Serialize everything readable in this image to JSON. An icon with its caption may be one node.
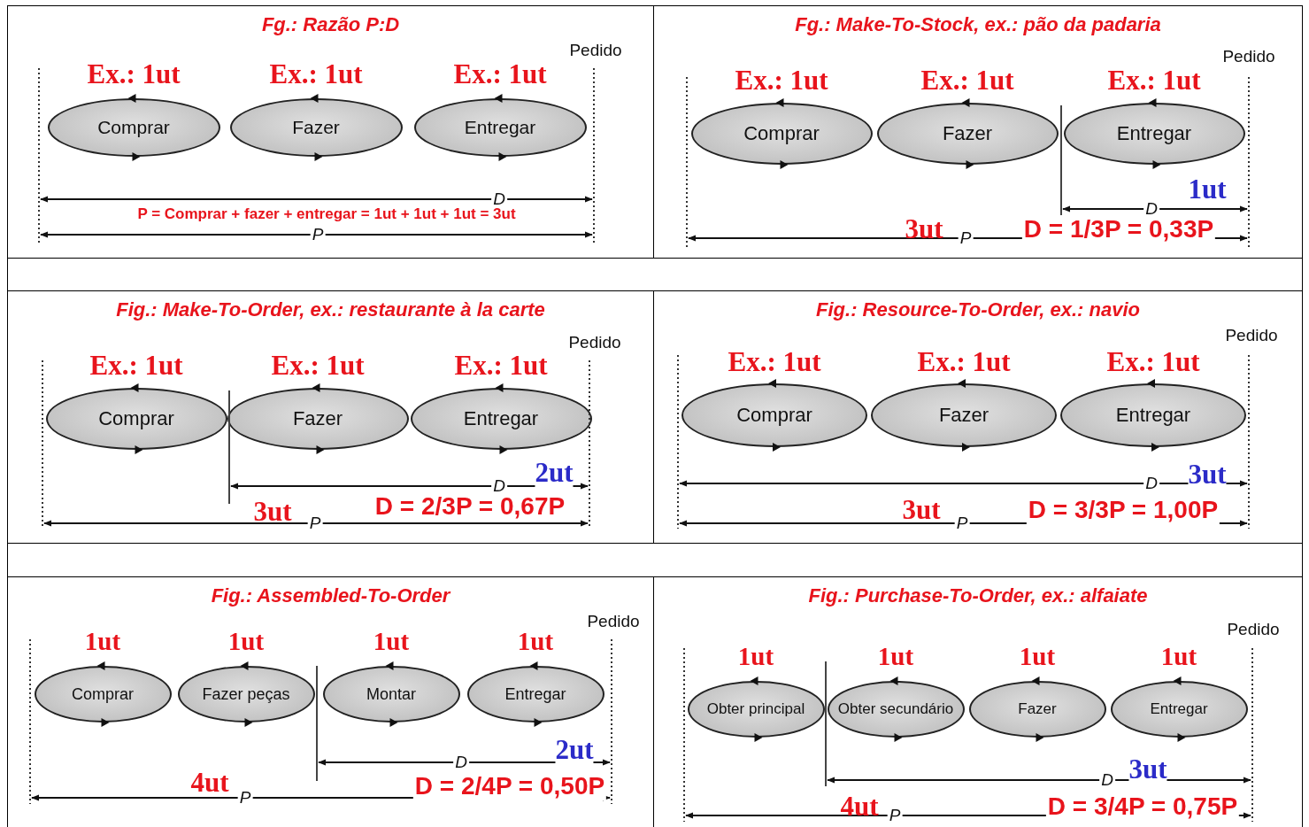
{
  "diagram": {
    "nodes": [
      {
        "text": [
          "Fg.: Razão P:D"
        ]
      },
      {
        "text": [
          "Comprar"
        ],
        "in": 0,
        "beside": [
          "Ex.: 1ut"
        ]
      },
      {
        "text": [
          "Fazer"
        ],
        "in": 0,
        "beside": [
          "Ex.: 1ut"
        ]
      },
      {
        "text": [
          "Entregar"
        ],
        "in": 0,
        "beside": [
          "Ex.: 1ut"
        ]
      },
      {
        "text": [
          "Fg.: Make-To-Stock, ex.: pão da padaria"
        ]
      },
      {
        "text": [
          "Comprar"
        ],
        "in": 4,
        "beside": [
          "Ex.: 1ut"
        ]
      },
      {
        "text": [
          "Fazer"
        ],
        "in": 4,
        "beside": [
          "Ex.: 1ut"
        ]
      },
      {
        "text": [
          "Entregar"
        ],
        "in": 4,
        "beside": [
          "Ex.: 1ut"
        ]
      },
      {
        "text": [
          "Fig.: Make-To-Order, ex.: restaurante à la carte"
        ]
      },
      {
        "text": [
          "Comprar"
        ],
        "in": 8,
        "beside": [
          "Ex.: 1ut"
        ]
      },
      {
        "text": [
          "Fazer"
        ],
        "in": 8,
        "beside": [
          "Ex.: 1ut"
        ]
      },
      {
        "text": [
          "Entregar"
        ],
        "in": 8,
        "beside": [
          "Ex.: 1ut"
        ]
      },
      {
        "text": [
          "Fig.: Resource-To-Order, ex.: navio"
        ]
      },
      {
        "text": [
          "Comprar"
        ],
        "in": 12,
        "beside": [
          "Ex.: 1ut"
        ]
      },
      {
        "text": [
          "Fazer"
        ],
        "in": 12,
        "beside": [
          "Ex.: 1ut"
        ]
      },
      {
        "text": [
          "Entregar"
        ],
        "in": 12,
        "beside": [
          "Ex.: 1ut"
        ]
      },
      {
        "text": [
          "Fig.: Assembled-To-Order"
        ]
      },
      {
        "text": [
          "Comprar"
        ],
        "in": 16,
        "beside": [
          "1ut"
        ]
      },
      {
        "text": [
          "Fazer peças"
        ],
        "in": 16,
        "beside": [
          "1ut"
        ]
      },
      {
        "text": [
          "Montar"
        ],
        "in": 16,
        "beside": [
          "1ut"
        ]
      },
      {
        "text": [
          "Entregar"
        ],
        "in": 16,
        "beside": [
          "1ut"
        ]
      },
      {
        "text": [
          "Fig.: Purchase-To-Order, ex.: alfaiate"
        ]
      },
      {
        "text": [
          "Obter principal"
        ],
        "in": 21,
        "beside": [
          "1ut"
        ]
      },
      {
        "text": [
          "Obter secundário"
        ],
        "in": 21,
        "beside": [
          "1ut"
        ]
      },
      {
        "text": [
          "Fazer"
        ],
        "in": 21,
        "beside": [
          "1ut"
        ]
      },
      {
        "text": [
          "Entregar"
        ],
        "in": 21,
        "beside": [
          "1ut"
        ]
      }
    ],
    "labels": [
      "Pedido",
      "D",
      "P = Comprar + fazer + entregar = 1ut + 1ut + 1ut = 3ut",
      "P",
      "Pedido",
      "D",
      "1ut",
      "3ut",
      "P",
      "D = 1/3P = 0,33P",
      "Pedido",
      "2ut",
      "D",
      "3ut",
      "P",
      "D = 2/3P = 0,67P",
      "Pedido",
      "3ut",
      "D",
      "3ut",
      "P",
      "D = 3/3P = 1,00P",
      "Pedido",
      "2ut",
      "D",
      "4ut",
      "P",
      "D = 2/4P = 0,50P",
      "Pedido",
      "3ut",
      "D",
      "4ut",
      "P",
      "D = 3/4P = 0,75P"
    ]
  }
}
